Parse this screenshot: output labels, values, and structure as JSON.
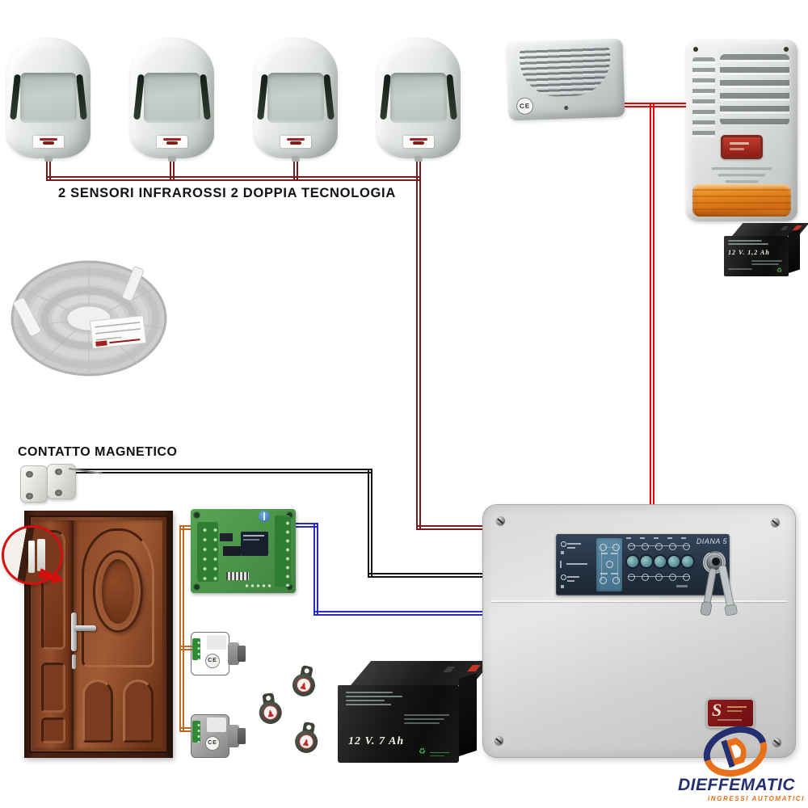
{
  "sensors_row": {
    "caption": "2 SENSORI INFRAROSSI 2 DOPPIA TECNOLOGIA",
    "count": 4
  },
  "sirens": {
    "indoor_ce": "CE",
    "battery_label": "12 V. 1,2 Ah"
  },
  "contact": {
    "caption": "CONTATTO MAGNETICO"
  },
  "panel": {
    "model": "DIANA 5"
  },
  "battery": {
    "label": "12 V. 7 Ah"
  },
  "access": {
    "reader_ce": "CE",
    "reader_count": 2,
    "fob_count": 3
  },
  "logo": {
    "brand": "DIEFFEMATIC",
    "tagline": "INGRESSI AUTOMATICI"
  },
  "icons": {
    "fob_emblem": "♟",
    "recycle_icon": "♻",
    "badge_glyph": "S"
  },
  "colors": {
    "wire_sensors": "#7a1a1a",
    "wire_siren": "#e60000",
    "wire_contact": "#151515",
    "wire_link": "#2a2ac8",
    "wire_readers": "#c06a1e",
    "brand_blue": "#232f6e",
    "brand_orange": "#e8701a"
  }
}
